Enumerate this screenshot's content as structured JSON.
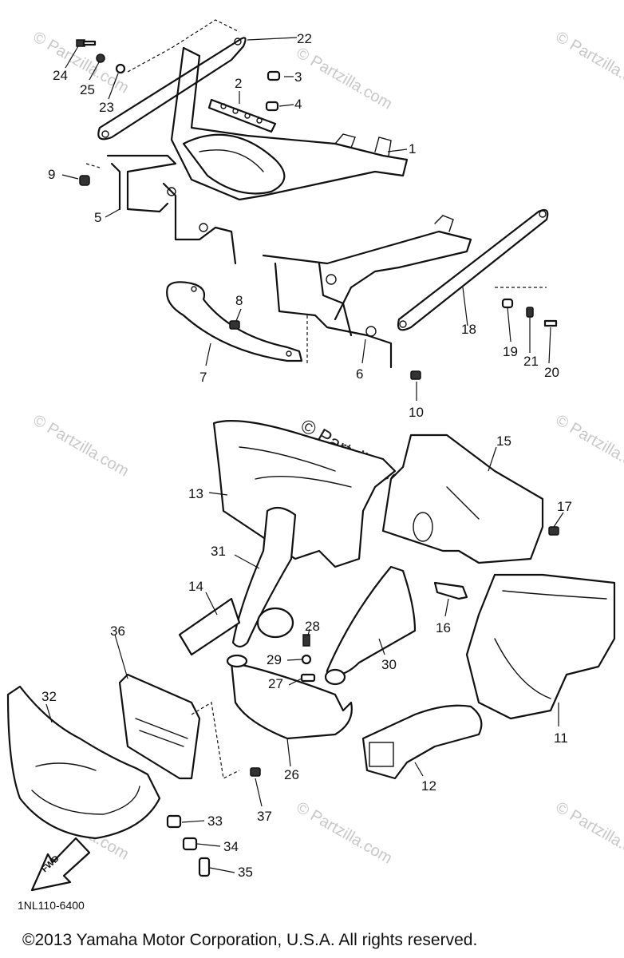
{
  "diagram": {
    "part_labels": [
      "1",
      "2",
      "3",
      "4",
      "5",
      "6",
      "7",
      "8",
      "9",
      "10",
      "11",
      "12",
      "13",
      "14",
      "15",
      "16",
      "17",
      "18",
      "19",
      "20",
      "21",
      "22",
      "23",
      "24",
      "25",
      "26",
      "27",
      "28",
      "29",
      "30",
      "31",
      "32",
      "33",
      "34",
      "35",
      "36",
      "37"
    ],
    "watermark": "© Partzilla.com",
    "fwd_label": "FWD",
    "diagram_code": "1NL110-6400"
  },
  "footer": {
    "copyright": "©2013 Yamaha Motor Corporation, U.S.A. All rights reserved."
  }
}
